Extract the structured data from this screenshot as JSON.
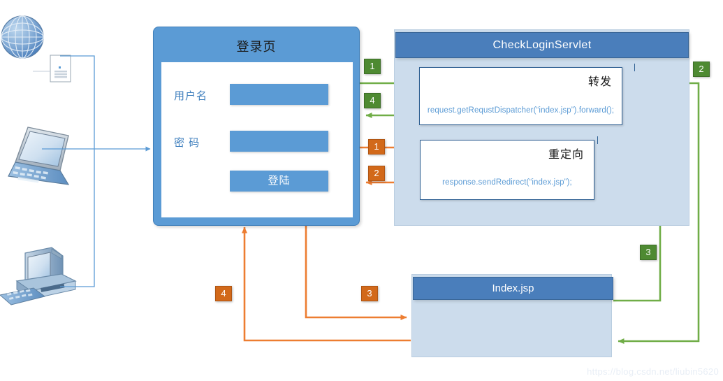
{
  "diagram": {
    "title_watermark": "https://blog.csdn.net/liubin5620"
  },
  "login_page": {
    "title": "登录页",
    "username_label": "用户名",
    "password_label": "密 码",
    "username_value": "",
    "password_value": "",
    "submit_label": "登陆"
  },
  "servlet": {
    "header": "CheckLoginServlet",
    "forward_card": {
      "title": "转发",
      "code": "request.getRequstDispatcher(“index.jsp”).forward();"
    },
    "redirect_card": {
      "title": "重定向",
      "code": "response.sendRedirect(“index.jsp”);"
    }
  },
  "index_page": {
    "header": "Index.jsp"
  },
  "badges": {
    "forward_step1": "1",
    "forward_step2": "2",
    "forward_step3": "3",
    "forward_step4": "4",
    "redirect_step1": "1",
    "redirect_step2": "2",
    "redirect_step3": "3",
    "redirect_step4": "4"
  },
  "devices": {
    "globe": "globe-network-icon",
    "document": "document-page-icon",
    "laptop": "laptop-icon",
    "desktop": "desktop-computer-icon"
  },
  "colors": {
    "accent_blue": "#5b9bd5",
    "header_blue": "#4a7ebb",
    "panel_blue": "#ccdcec",
    "green_flow": "#70ad47",
    "green_badge": "#4e8a32",
    "orange_flow": "#ed7d31",
    "orange_badge": "#d2691a",
    "code_text": "#5b9bd5",
    "wire_blue": "#5b9bd5"
  }
}
